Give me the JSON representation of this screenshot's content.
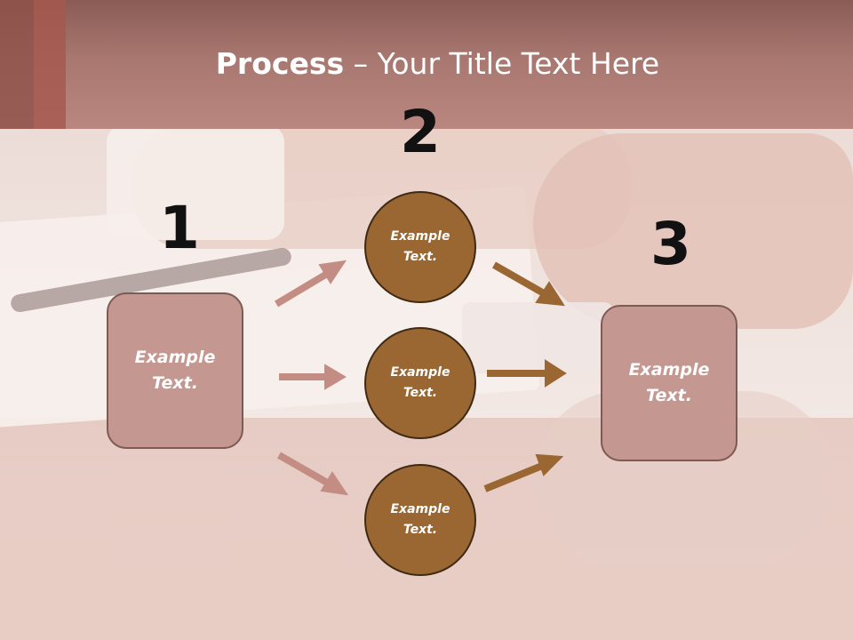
{
  "title": {
    "bold": "Process",
    "rest": " – Your Title Text Here"
  },
  "steps": [
    {
      "number": "1"
    },
    {
      "number": "2"
    },
    {
      "number": "3"
    }
  ],
  "left_box": {
    "text_line1": "Example",
    "text_line2": "Text."
  },
  "right_box": {
    "text_line1": "Example",
    "text_line2": "Text."
  },
  "circles": [
    {
      "text_line1": "Example",
      "text_line2": "Text."
    },
    {
      "text_line1": "Example",
      "text_line2": "Text."
    },
    {
      "text_line1": "Example",
      "text_line2": "Text."
    }
  ],
  "colors": {
    "header": "#a87770",
    "box_fill": "#c49790",
    "circle_fill": "#9a6632",
    "left_arrow": "#c48d84",
    "right_arrow": "#9a6632"
  }
}
